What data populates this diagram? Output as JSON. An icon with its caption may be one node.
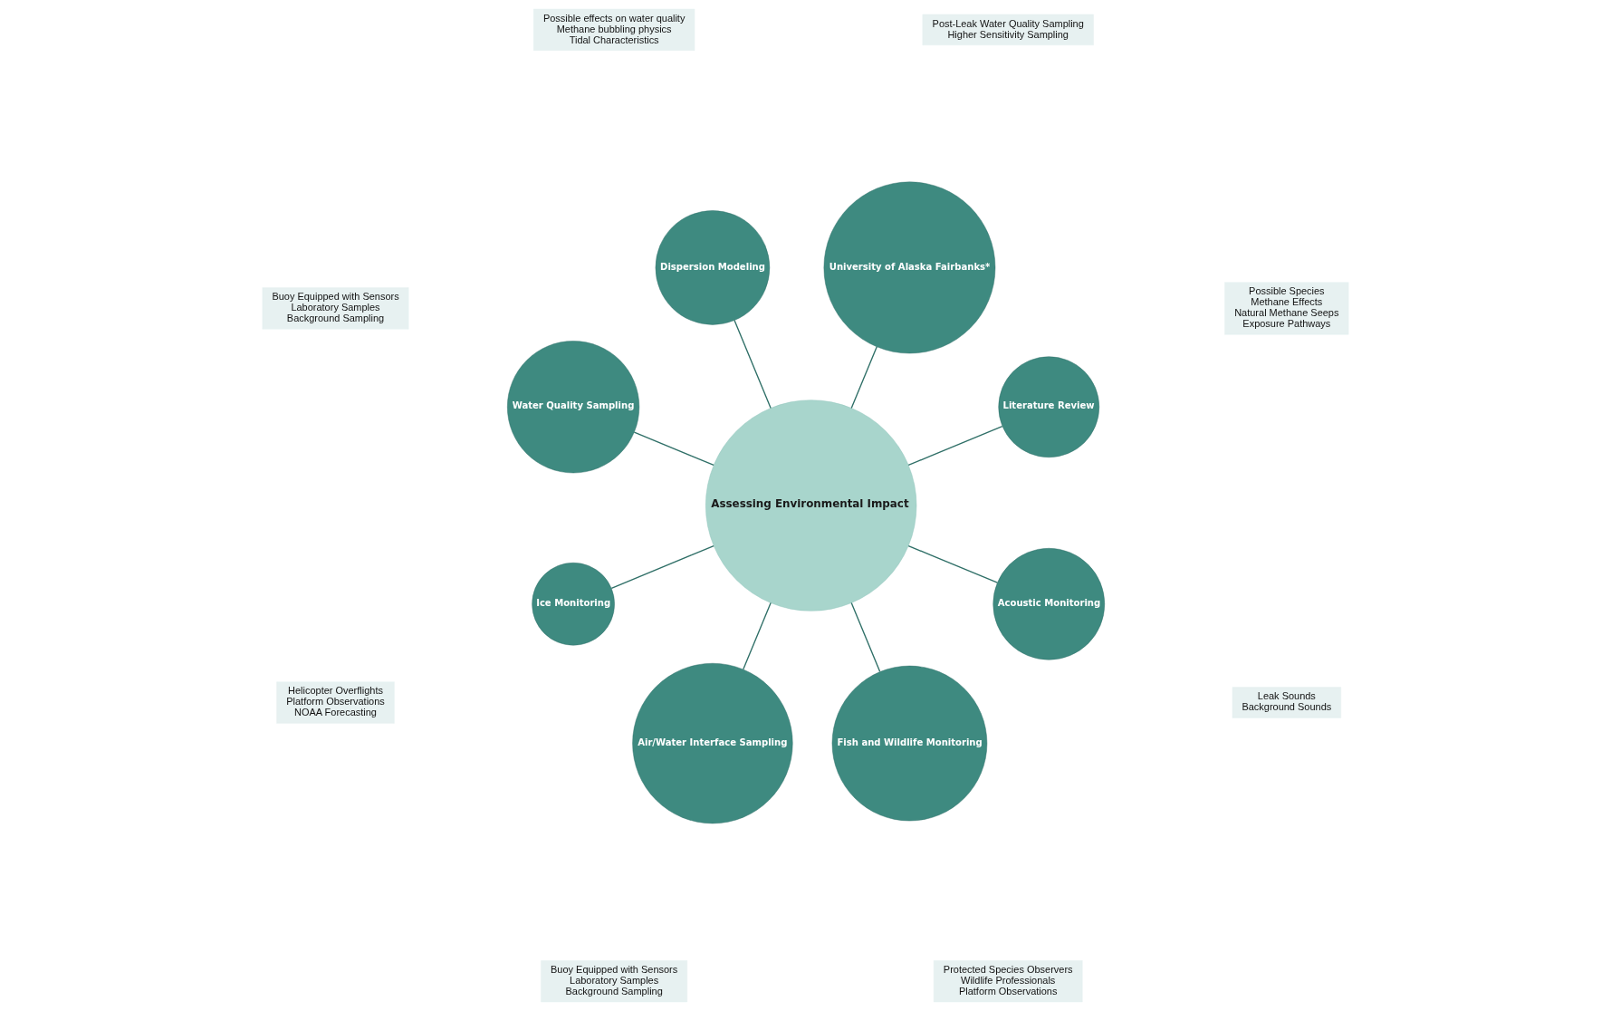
{
  "diagram": {
    "nodes": [
      {
        "text": [
          "Assessing Environmental Impact"
        ]
      },
      {
        "text": [
          "Literature Review"
        ]
      },
      {
        "text": [
          "Possible Species",
          "Methane Effects",
          "Natural Methane Seeps",
          "Exposure Pathways"
        ]
      },
      {
        "text": [
          "University of Alaska Fairbanks*"
        ]
      },
      {
        "text": [
          "Post-Leak Water Quality Sampling",
          "Higher Sensitivity Sampling"
        ]
      },
      {
        "text": [
          "Dispersion Modeling"
        ]
      },
      {
        "text": [
          "Possible effects on water quality",
          "Methane bubbling physics",
          "Tidal Characteristics"
        ]
      },
      {
        "text": [
          "Water Quality Sampling"
        ]
      },
      {
        "text": [
          "Buoy Equipped with Sensors",
          "Laboratory Samples",
          "Background Sampling"
        ]
      },
      {
        "text": [
          "Ice Monitoring"
        ]
      },
      {
        "text": [
          "Helicopter Overflights",
          "Platform Observations",
          "NOAA Forecasting"
        ]
      },
      {
        "text": [
          "Air/Water Interface Sampling"
        ]
      },
      {
        "text": [
          "Buoy Equipped with Sensors",
          "Laboratory Samples",
          "Background Sampling"
        ]
      },
      {
        "text": [
          "Fish and Wildlife Monitoring"
        ]
      },
      {
        "text": [
          "Protected Species Observers",
          "Wildlife Professionals",
          "Platform Observations"
        ]
      },
      {
        "text": [
          "Acoustic Monitoring"
        ]
      },
      {
        "text": [
          "Leak Sounds",
          "Background Sounds"
        ]
      }
    ],
    "edges": [
      {
        "from": 0,
        "to": 1,
        "arrow": "none"
      },
      {
        "from": 0,
        "to": 5,
        "arrow": "none"
      },
      {
        "from": 0,
        "to": 9,
        "arrow": "none"
      },
      {
        "from": 0,
        "to": 13,
        "arrow": "none"
      },
      {
        "from": 0,
        "to": 15,
        "arrow": "none"
      },
      {
        "from": 0,
        "to": 11,
        "arrow": "none"
      },
      {
        "from": 0,
        "to": 7,
        "arrow": "none"
      },
      {
        "from": 0,
        "to": 3,
        "arrow": "none"
      }
    ]
  }
}
